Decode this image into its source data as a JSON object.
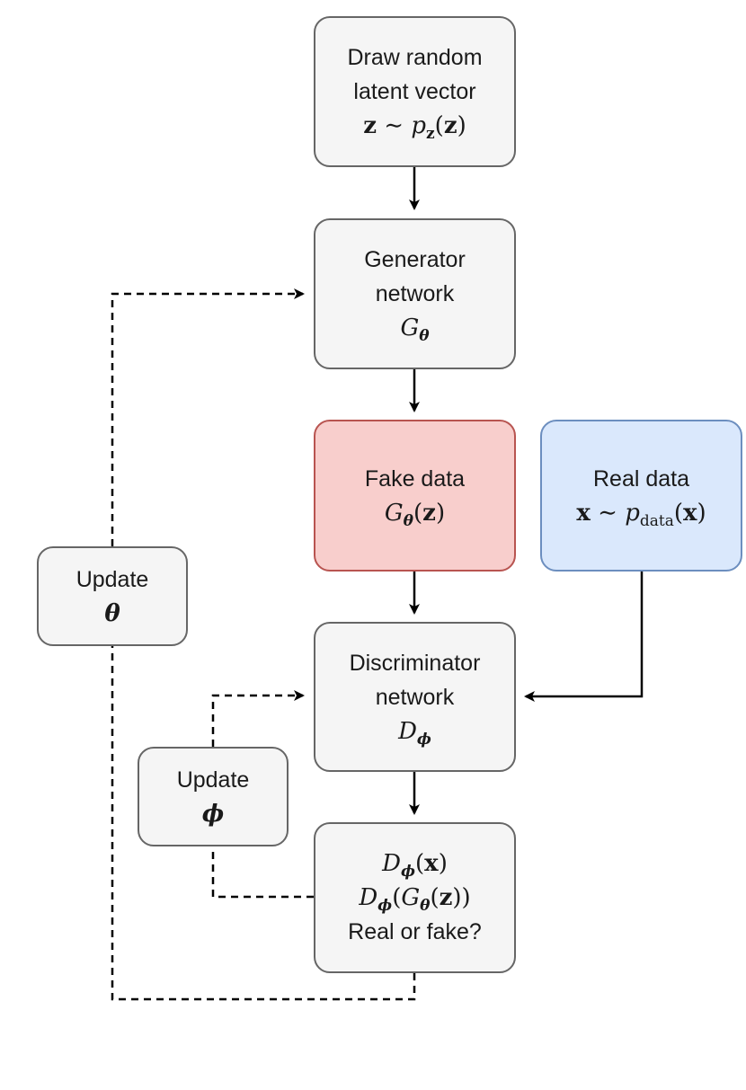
{
  "colors": {
    "node_fill": "#f5f5f5",
    "node_stroke": "#666666",
    "fake_fill": "#f8cecc",
    "fake_stroke": "#b85450",
    "real_fill": "#dae8fc",
    "real_stroke": "#6c8ebf",
    "edge": "#000000"
  },
  "nodes": {
    "draw_latent": {
      "line1": "Draw random",
      "line2": "latent vector",
      "math_z": "z",
      "math_sim": "∼",
      "math_p": "p",
      "math_sub": "z",
      "math_arg": "z"
    },
    "generator": {
      "line1": "Generator",
      "line2": "network",
      "math_G": "G",
      "math_sub": "θ"
    },
    "fake_data": {
      "line1": "Fake data",
      "math_G": "G",
      "math_sub": "θ",
      "math_arg": "z"
    },
    "real_data": {
      "line1": "Real data",
      "math_x": "x",
      "math_sim": "∼",
      "math_p": "p",
      "math_sub": "data",
      "math_arg": "x"
    },
    "discriminator": {
      "line1": "Discriminator",
      "line2": "network",
      "math_D": "D",
      "math_sub": "ϕ"
    },
    "output": {
      "math1_D": "D",
      "math1_sub": "ϕ",
      "math1_arg": "x",
      "math2_D": "D",
      "math2_sub": "ϕ",
      "math2_G": "G",
      "math2_gsub": "θ",
      "math2_arg": "z",
      "line3": "Real or fake?"
    },
    "update_theta": {
      "line1": "Update",
      "math": "θ"
    },
    "update_phi": {
      "line1": "Update",
      "math": "ϕ"
    }
  },
  "edges": [
    {
      "from": "draw_latent",
      "to": "generator",
      "style": "solid"
    },
    {
      "from": "generator",
      "to": "fake_data",
      "style": "solid"
    },
    {
      "from": "fake_data",
      "to": "discriminator",
      "style": "solid"
    },
    {
      "from": "real_data",
      "to": "discriminator",
      "style": "solid"
    },
    {
      "from": "discriminator",
      "to": "output",
      "style": "solid"
    },
    {
      "from": "output",
      "to": "update_phi",
      "style": "dashed"
    },
    {
      "from": "update_phi",
      "to": "discriminator",
      "style": "dashed"
    },
    {
      "from": "output",
      "to": "update_theta",
      "style": "dashed"
    },
    {
      "from": "update_theta",
      "to": "generator",
      "style": "dashed"
    }
  ]
}
